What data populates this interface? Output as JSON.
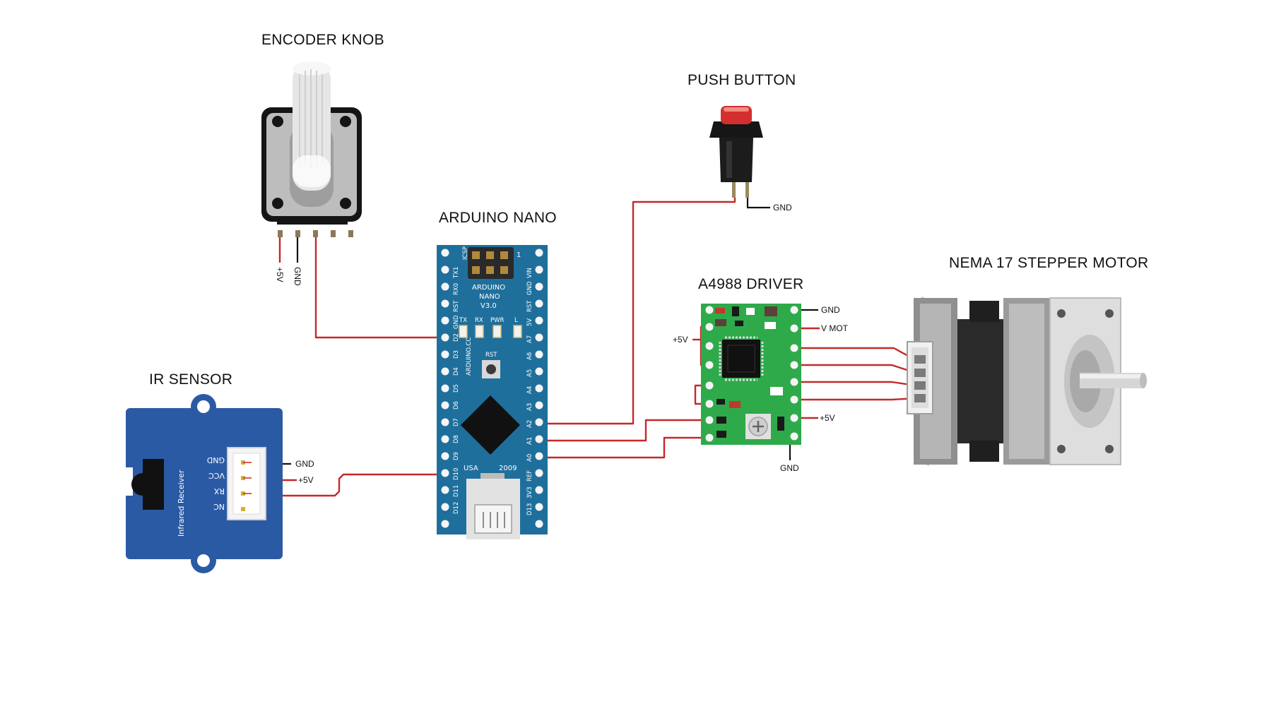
{
  "titles": {
    "encoder": "ENCODER KNOB",
    "push_button": "PUSH BUTTON",
    "arduino": "ARDUINO NANO",
    "driver": "A4988 DRIVER",
    "motor": "NEMA 17 STEPPER MOTOR",
    "ir": "IR SENSOR"
  },
  "encoder": {
    "pins": [
      "+5V",
      "GND"
    ]
  },
  "push_button": {
    "gnd_label": "GND"
  },
  "arduino": {
    "silk": [
      "ARDUINO",
      "NANO",
      "V3.0"
    ],
    "icsp": "ICSP",
    "icsp_pin1": "1",
    "leds": [
      "TX",
      "RX",
      "PWR",
      "L"
    ],
    "rst": "RST",
    "brand": "ARDUINO.CC",
    "usa": "USA",
    "year": "2009",
    "left_pins": [
      "TX1",
      "RX0",
      "RST",
      "GND",
      "D2",
      "D3",
      "D4",
      "D5",
      "D6",
      "D7",
      "D8",
      "D9",
      "D10",
      "D11",
      "D12"
    ],
    "right_pins": [
      "VIN",
      "GND",
      "RST",
      "5V",
      "A7",
      "A6",
      "A5",
      "A4",
      "A3",
      "A2",
      "A1",
      "A0",
      "REF",
      "3V3",
      "D13"
    ]
  },
  "driver": {
    "gnd_top": "GND",
    "vmot": "V MOT",
    "plus5_left": "+5V",
    "plus5_right": "+5V",
    "gnd_bottom": "GND"
  },
  "ir": {
    "module_text": "Infrared Receiver",
    "pins": [
      "GND",
      "VCC",
      "RX",
      "NC"
    ],
    "wire_labels": [
      "GND",
      "+5V"
    ]
  },
  "colors": {
    "wire": "#c62828",
    "nano_board": "#1f6f9c",
    "driver_board": "#2eaa4a",
    "ir_board": "#2b5aa4",
    "button_cap": "#d32f2f"
  }
}
